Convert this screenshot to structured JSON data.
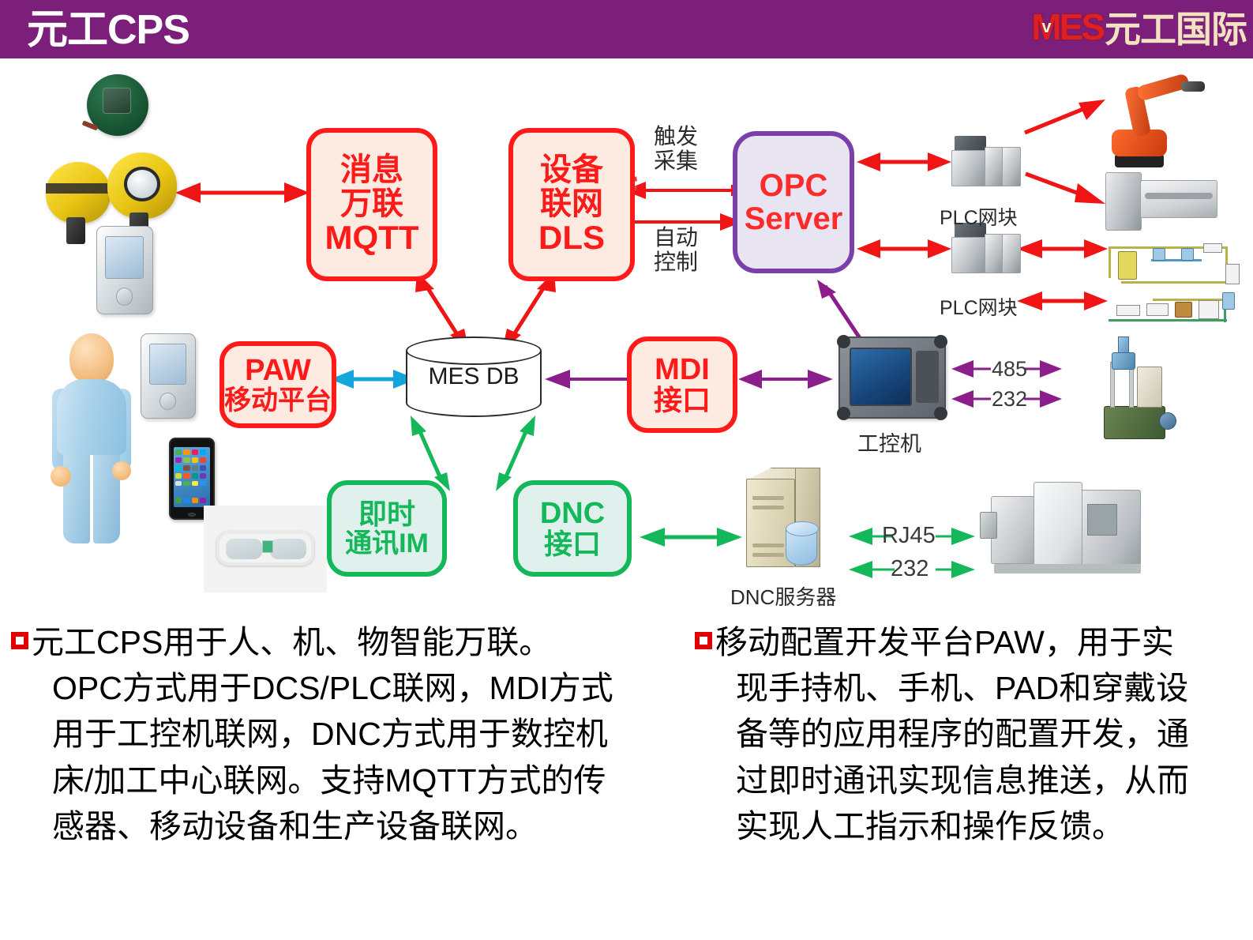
{
  "header": {
    "title": "元工CPS",
    "logo_mes": "MES",
    "logo_v": "v",
    "logo_cn": "元工国际",
    "bg_color": "#7B1F7A"
  },
  "diagram": {
    "nodes": [
      {
        "id": "mqtt",
        "lines": [
          "消息",
          "万联",
          "MQTT"
        ],
        "style": "red",
        "color": "#FF1A1A"
      },
      {
        "id": "dls",
        "lines": [
          "设备",
          "联网",
          "DLS"
        ],
        "style": "red",
        "color": "#FF1A1A"
      },
      {
        "id": "opc",
        "lines": [
          "OPC",
          "Server"
        ],
        "style": "purple",
        "color": "#7B3FA8"
      },
      {
        "id": "paw",
        "lines": [
          "PAW",
          "移动平台"
        ],
        "style": "red",
        "color": "#FF1A1A"
      },
      {
        "id": "mdi",
        "lines": [
          "MDI",
          "接口"
        ],
        "style": "red",
        "color": "#FF1A1A"
      },
      {
        "id": "im",
        "lines": [
          "即时",
          "通讯IM"
        ],
        "style": "green",
        "color": "#14B85A"
      },
      {
        "id": "dnc",
        "lines": [
          "DNC",
          "接口"
        ],
        "style": "green",
        "color": "#14B85A"
      }
    ],
    "database": {
      "label": "MES DB"
    },
    "labels": {
      "trigger_collect": [
        "触发",
        "采集"
      ],
      "auto_control": [
        "自动",
        "控制"
      ],
      "plc_module_top": "PLC网块",
      "plc_module_bottom": "PLC网块",
      "industrial_pc": "工控机",
      "dnc_server": "DNC服务器",
      "link_485": "485",
      "link_232_upper": "232",
      "link_rj45": "RJ45",
      "link_232_lower": "232"
    },
    "clipart": [
      {
        "name": "pcb-sensor-icon"
      },
      {
        "name": "photoelectric-sensor-icon"
      },
      {
        "name": "pda-handheld-icon"
      },
      {
        "name": "worker-person-icon"
      },
      {
        "name": "smartphone-icon"
      },
      {
        "name": "smart-glasses-icon"
      },
      {
        "name": "plc-module-icon"
      },
      {
        "name": "robot-arm-icon"
      },
      {
        "name": "industrial-machine-icon"
      },
      {
        "name": "process-schematic-icon"
      },
      {
        "name": "rugged-tablet-icon"
      },
      {
        "name": "press-machine-icon"
      },
      {
        "name": "dnc-server-icon"
      },
      {
        "name": "cnc-machine-icon"
      }
    ],
    "arrow_colors": {
      "red": "#F01414",
      "green": "#14B85A",
      "purple": "#8B1E8B",
      "cyan": "#14A5DC",
      "violet": "#7B3FA8"
    }
  },
  "bullets": {
    "left": {
      "marker_color": "#E00000",
      "lines": [
        "元工CPS用于人、机、物智能万联。",
        "OPC方式用于DCS/PLC联网，MDI方式",
        "用于工控机联网，DNC方式用于数控机",
        "床/加工中心联网。支持MQTT方式的传",
        "感器、移动设备和生产设备联网。"
      ]
    },
    "right": {
      "marker_color": "#E00000",
      "lines": [
        "移动配置开发平台PAW，用于实",
        "现手持机、手机、PAD和穿戴设",
        "备等的应用程序的配置开发，通",
        "过即时通讯实现信息推送，从而",
        "实现人工指示和操作反馈。"
      ]
    }
  }
}
